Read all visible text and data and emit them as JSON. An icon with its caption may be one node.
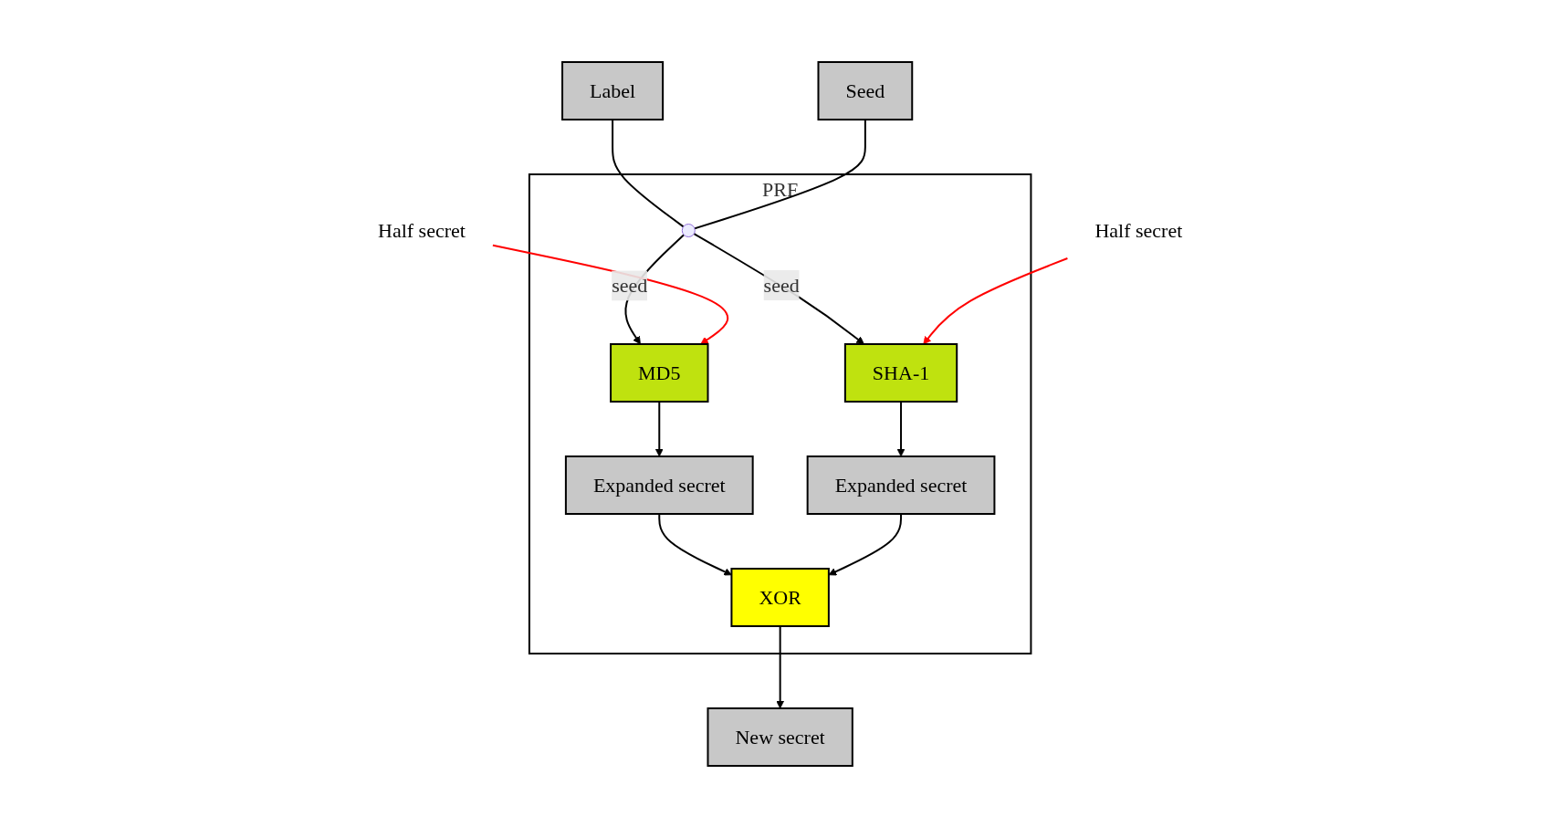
{
  "diagram": {
    "nodes": [
      {
        "text": [
          "Label"
        ]
      },
      {
        "text": [
          "Seed"
        ]
      },
      {
        "text": [
          "PRF"
        ]
      },
      {
        "text": [],
        "shape": "circle",
        "in": 2
      },
      {
        "text": [
          "Half secret"
        ]
      },
      {
        "text": [
          "MD5"
        ],
        "in": 2
      },
      {
        "text": [
          "SHA-1"
        ],
        "in": 2
      },
      {
        "text": [
          "Half secret"
        ]
      },
      {
        "text": [
          "Expanded secret"
        ],
        "in": 2
      },
      {
        "text": [
          "Expanded secret"
        ],
        "in": 2
      },
      {
        "text": [
          "XOR"
        ],
        "in": 2
      },
      {
        "text": [
          "New secret"
        ]
      }
    ],
    "edges": [
      {
        "from": 0,
        "to": 3,
        "arrow": "none"
      },
      {
        "from": 1,
        "to": 3,
        "arrow": "none"
      },
      {
        "from": 3,
        "to": 5,
        "label": "seed",
        "arrow": "to"
      },
      {
        "from": 3,
        "to": 6,
        "label": "seed",
        "arrow": "to"
      },
      {
        "from": 4,
        "to": 5,
        "arrow": "to",
        "color": "#ff0000"
      },
      {
        "from": 7,
        "to": 6,
        "arrow": "to",
        "color": "#ff0000"
      },
      {
        "from": 5,
        "to": 8,
        "arrow": "to"
      },
      {
        "from": 6,
        "to": 9,
        "arrow": "to"
      },
      {
        "from": 8,
        "to": 10,
        "arrow": "to"
      },
      {
        "from": 9,
        "to": 10,
        "arrow": "to"
      },
      {
        "from": 10,
        "to": 11,
        "arrow": "to"
      }
    ]
  }
}
